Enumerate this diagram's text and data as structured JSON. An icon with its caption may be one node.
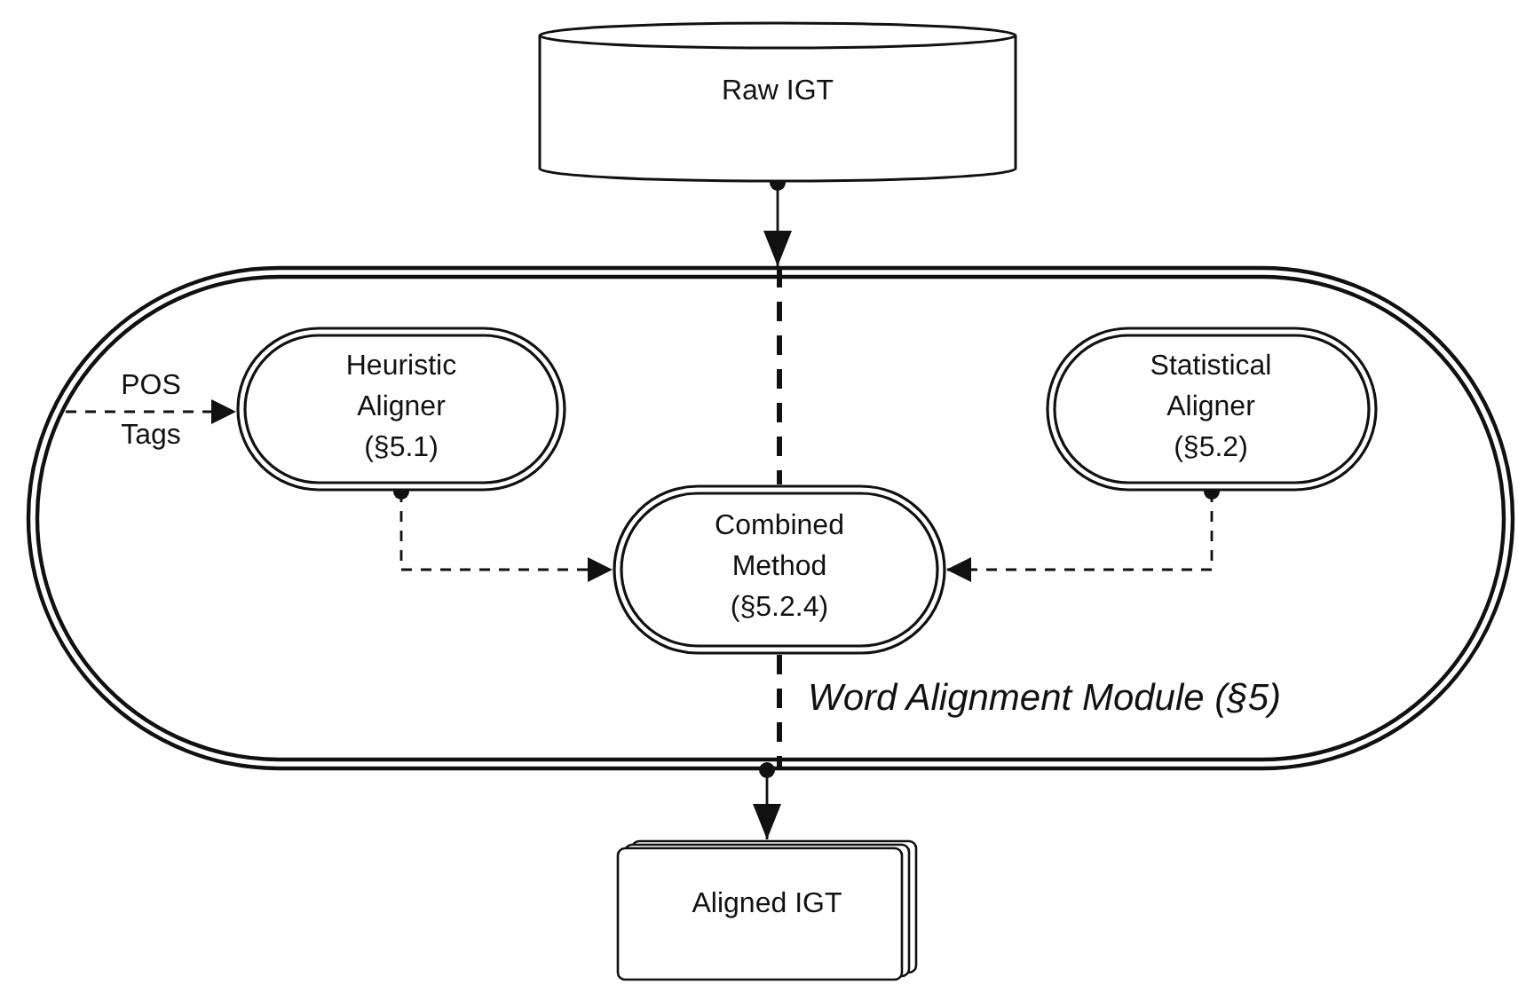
{
  "diagram": {
    "nodes": [
      {
        "text": [
          "Raw IGT"
        ]
      },
      {
        "text": [
          "Word Alignment Module (§5)"
        ]
      },
      {
        "text": [
          "Heuristic Aligner (§5.1)"
        ],
        "in": 1
      },
      {
        "text": [
          "Statistical Aligner (§5.2)"
        ],
        "in": 1
      },
      {
        "text": [
          "Combined Method (§5.2.4)"
        ],
        "in": 1
      },
      {
        "text": [
          "Aligned IGT"
        ]
      }
    ],
    "edges": [
      {
        "from": 0,
        "to": 1,
        "arrow": "to"
      },
      {
        "from": 1,
        "to": 4,
        "arrow": "none",
        "style": "dashed"
      },
      {
        "from": 4,
        "to": 1,
        "arrow": "none",
        "style": "dashed"
      },
      {
        "from": 1,
        "to": 5,
        "arrow": "to"
      },
      {
        "from": null,
        "to": 2,
        "arrow": "to",
        "style": "dashed",
        "label": "POS Tags"
      },
      {
        "from": 2,
        "to": 4,
        "arrow": "to",
        "style": "dashed"
      },
      {
        "from": 3,
        "to": 4,
        "arrow": "to",
        "style": "dashed"
      }
    ]
  }
}
